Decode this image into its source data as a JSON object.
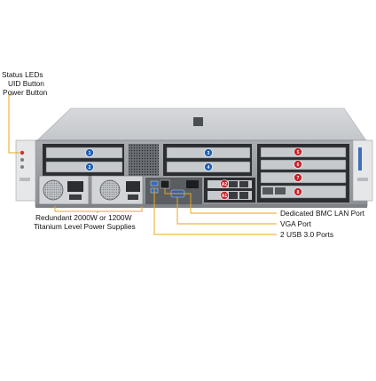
{
  "callouts": {
    "status_leds": "Status LEDs",
    "uid_button": "UID Button",
    "power_button": "Power Button",
    "psu_line1": "Redundant  2000W or 1200W",
    "psu_line2": "Titanium  Level Power Supplies",
    "bmc_lan": "Dedicated BMC LAN Port",
    "vga": "VGA Port",
    "usb": "2 USB 3.0 Ports"
  },
  "slot_badges": {
    "blue": [
      "1",
      "2",
      "3",
      "4"
    ],
    "red": [
      "5",
      "6",
      "7",
      "8"
    ],
    "aioms": [
      "A2",
      "A1"
    ]
  },
  "colors": {
    "leader_line": "#e8a815",
    "chassis": "#b9bcc0",
    "chassis_dark": "#4a4d52",
    "badge_blue": "#1f5fb0",
    "badge_red": "#c8232c"
  }
}
